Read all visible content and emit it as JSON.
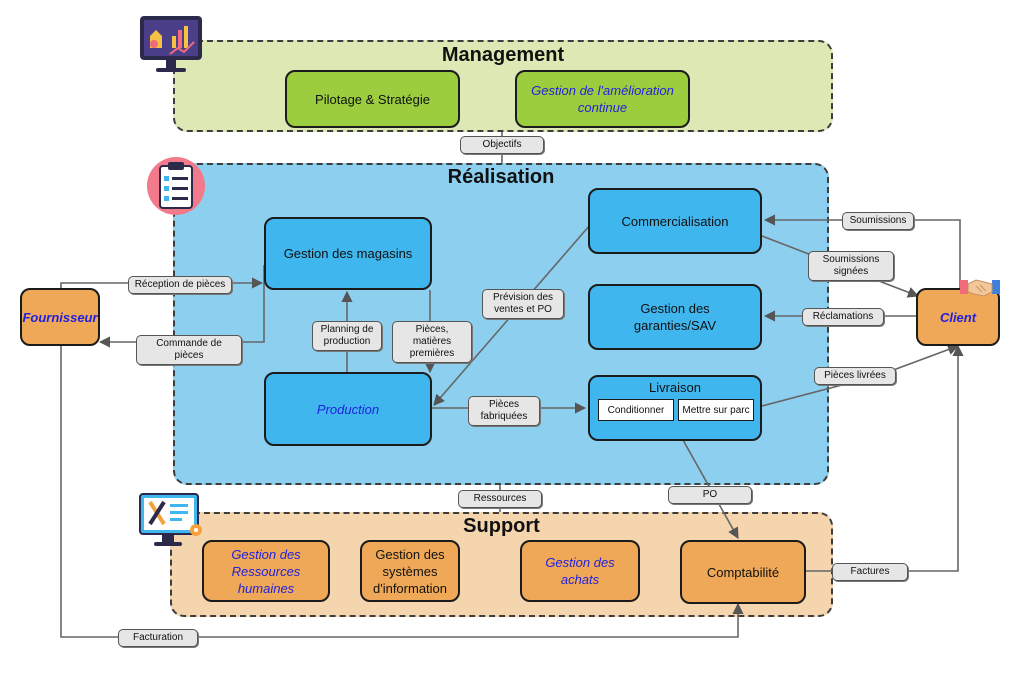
{
  "zones": {
    "management": "Management",
    "realisation": "Réalisation",
    "support": "Support"
  },
  "processes": {
    "pilotage": "Pilotage & Stratégie",
    "amelioration": "Gestion de l'amélioration continue",
    "magasins": "Gestion des magasins",
    "production": "Production",
    "commercialisation": "Commercialisation",
    "garanties": "Gestion des garanties/SAV",
    "livraison": "Livraison",
    "conditionner": "Conditionner",
    "mettre_sur_parc": "Mettre sur parc",
    "rh": "Gestion des Ressources humaines",
    "si": "Gestion des systèmes d'information",
    "achats": "Gestion des achats",
    "comptabilite": "Comptabilité"
  },
  "actors": {
    "fournisseur": "Fournisseur",
    "client": "Client"
  },
  "flows": {
    "objectifs": "Objectifs",
    "reception": "Réception de pièces",
    "commande": "Commande de pièces",
    "planning": "Planning de production",
    "pieces_matieres": "Pièces, matières premières",
    "prevision": "Prévision des ventes et PO",
    "pieces_fabriquees": "Pièces fabriquées",
    "soumissions": "Soumissions",
    "soumissions_signees": "Soumissions signées",
    "reclamations": "Réclamations",
    "pieces_livrees": "Pièces livrées",
    "ressources": "Ressources",
    "po": "PO",
    "factures": "Factures",
    "facturation": "Facturation"
  },
  "icons": {
    "management": "dashboard-monitor-icon",
    "realisation": "clipboard-checklist-icon",
    "support": "tools-monitor-icon",
    "client": "handshake-icon"
  },
  "colors": {
    "management_zone": "#dde9b4",
    "management_box": "#9ccd3f",
    "realisation_zone": "#8ccfef",
    "realisation_box": "#3fb6ee",
    "support_zone": "#f5d5ad",
    "support_box": "#efa857",
    "actor_box": "#efa857",
    "italic_text": "#2222dd"
  }
}
